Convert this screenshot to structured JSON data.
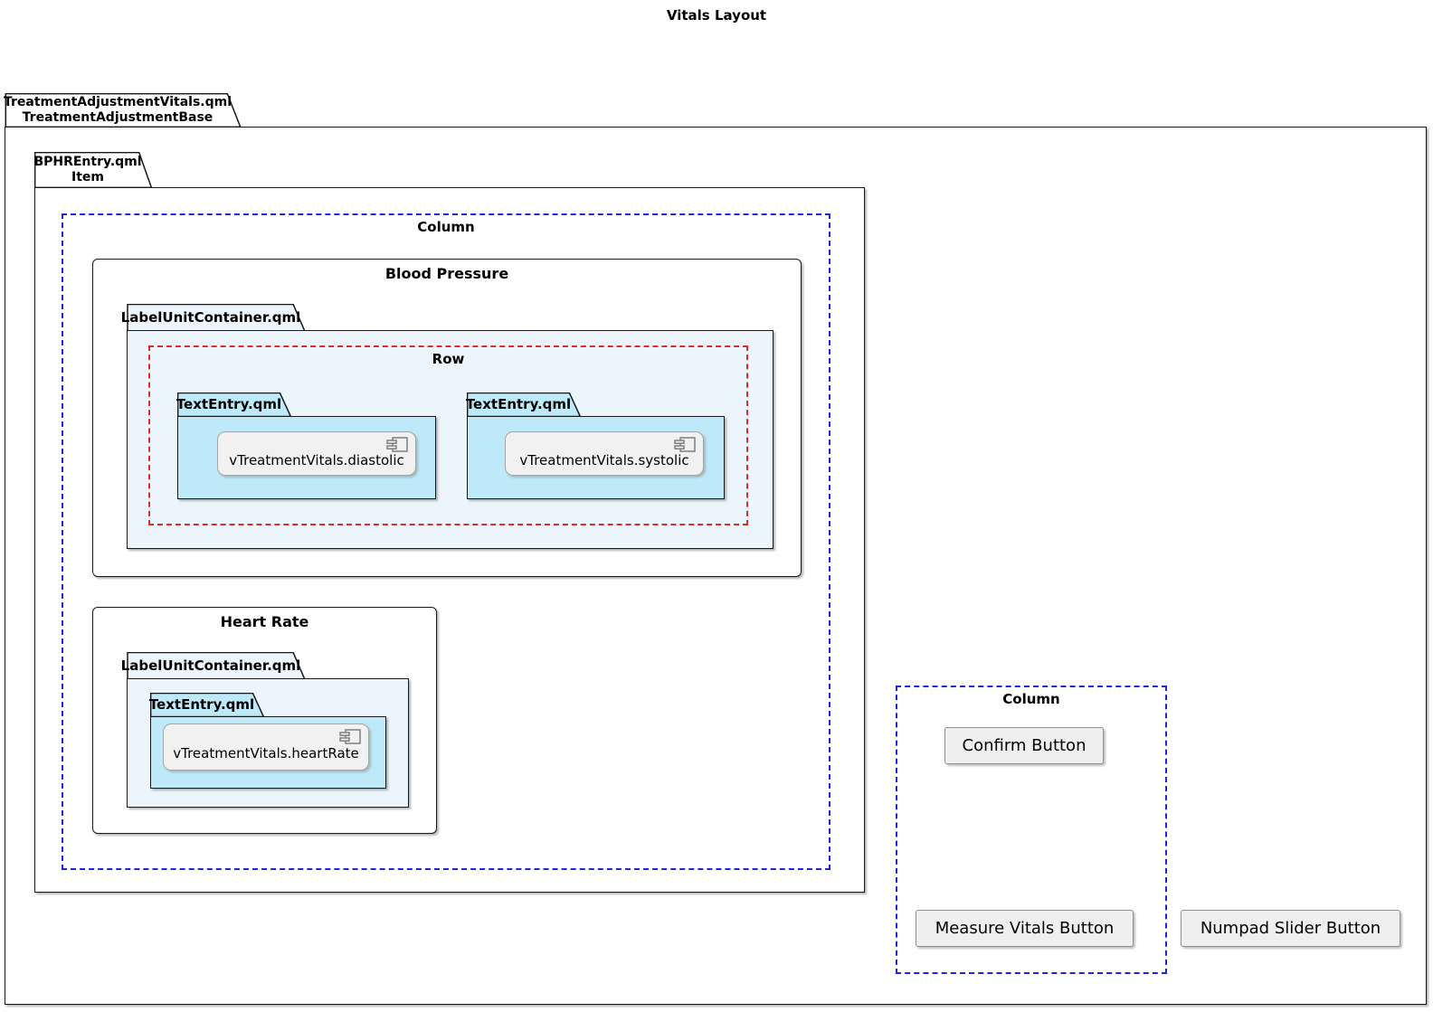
{
  "title": "Vitals Layout",
  "colors": {
    "column_dash_border": "#2323dd",
    "row_dash_border": "#dd2a2a",
    "textentry_package_fill": "#bee9f8",
    "labelunit_package_fill": "#ecf5fc",
    "component_fill": "#f1f1f1",
    "button_fill": "#efefef",
    "outline": "#181818"
  },
  "outer_package": {
    "name": "TreatmentAdjustmentVitals.qml",
    "base": "TreatmentAdjustmentBase"
  },
  "bphr_package": {
    "name": "BPHREntry.qml",
    "base": "Item"
  },
  "left_column": {
    "label": "Column"
  },
  "blood_pressure": {
    "title": "Blood Pressure",
    "container_name": "LabelUnitContainer.qml",
    "row_label": "Row",
    "entries": [
      {
        "package": "TextEntry.qml",
        "component": "vTreatmentVitals.diastolic"
      },
      {
        "package": "TextEntry.qml",
        "component": "vTreatmentVitals.systolic"
      }
    ]
  },
  "heart_rate": {
    "title": "Heart Rate",
    "container_name": "LabelUnitContainer.qml",
    "entry": {
      "package": "TextEntry.qml",
      "component": "vTreatmentVitals.heartRate"
    }
  },
  "right_column": {
    "label": "Column",
    "confirm_label": "Confirm Button",
    "measure_label": "Measure Vitals Button"
  },
  "numpad_label": "Numpad Slider Button"
}
